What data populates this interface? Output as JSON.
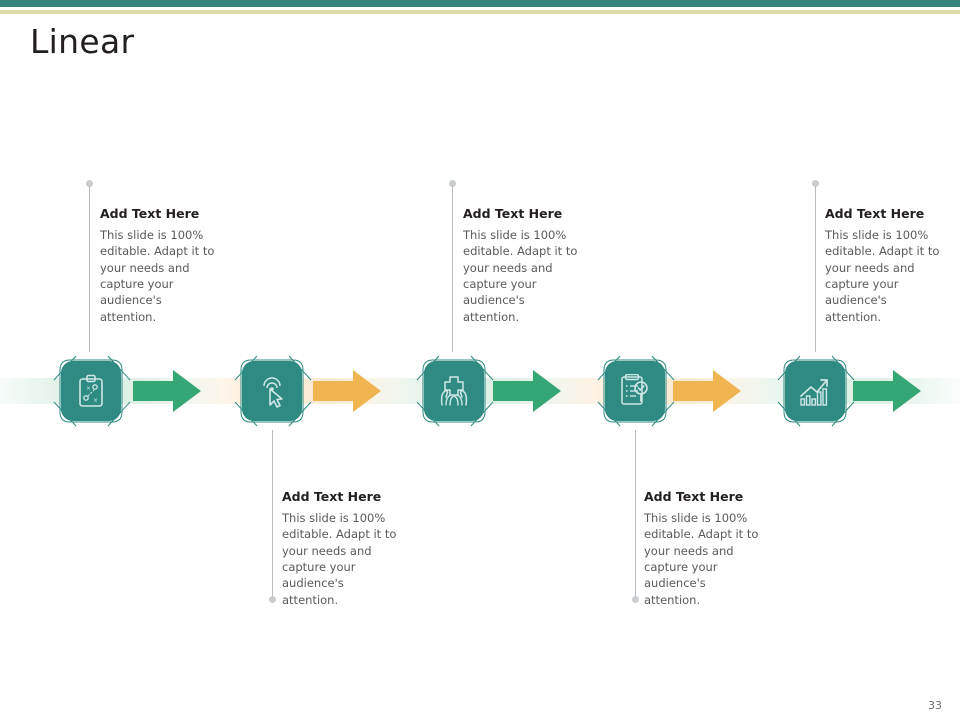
{
  "slide": {
    "title": "Linear",
    "page_number": "33"
  },
  "colors": {
    "topbar_teal": "#37857e",
    "topbar_khaki": "#ddd9a8",
    "tile_teal": "#2e8a82",
    "arrow_green": "#35a775",
    "arrow_orange": "#f0b450",
    "band_green": "#dff0e6",
    "band_orange": "#fcecd5",
    "title_text": "#231f20",
    "body_text": "#595a5c",
    "connector": "#b9bcbe"
  },
  "steps": [
    {
      "icon": "clipboard-strategy-icon",
      "arrow_color_name": "green",
      "position": "above",
      "title": "Add Text Here",
      "body": "This slide is 100% editable. Adapt it to your needs and capture your audience's attention."
    },
    {
      "icon": "click-cursor-icon",
      "arrow_color_name": "orange",
      "position": "below",
      "title": "Add Text Here",
      "body": "This slide is 100% editable. Adapt it to your needs and capture your audience's attention."
    },
    {
      "icon": "hands-medical-cross-icon",
      "arrow_color_name": "green",
      "position": "above",
      "title": "Add Text Here",
      "body": "This slide is 100% editable. Adapt it to your needs and capture your audience's attention."
    },
    {
      "icon": "checklist-document-icon",
      "arrow_color_name": "orange",
      "position": "below",
      "title": "Add Text Here",
      "body": "This slide is 100% editable. Adapt it to your needs and capture your audience's attention."
    },
    {
      "icon": "growth-bar-chart-icon",
      "arrow_color_name": "green",
      "position": "above",
      "title": "Add Text Here",
      "body": "This slide is 100% editable. Adapt it to your needs and capture your audience's attention."
    }
  ]
}
